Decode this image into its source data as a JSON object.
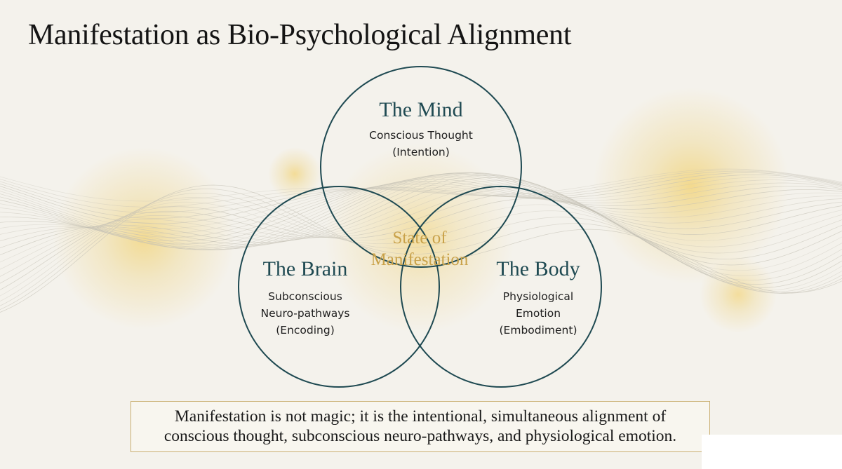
{
  "title": "Manifestation as Bio-Psychological Alignment",
  "circles": [
    {
      "id": "mind",
      "title": "The Mind",
      "lines": [
        "Conscious Thought",
        "(Intention)"
      ]
    },
    {
      "id": "brain",
      "title": "The Brain",
      "lines": [
        "Subconscious",
        "Neuro-pathways",
        "(Encoding)"
      ]
    },
    {
      "id": "body",
      "title": "The Body",
      "lines": [
        "Physiological",
        "Emotion",
        "(Embodiment)"
      ]
    }
  ],
  "center": {
    "lines": [
      "State of",
      "Manifestation"
    ]
  },
  "caption": {
    "lines": [
      "Manifestation is not magic; it is the intentional, simultaneous alignment of",
      "conscious thought, subconscious neuro-pathways, and physiological emotion."
    ]
  },
  "colors": {
    "background": "#f4f2ec",
    "circle_stroke": "#1f4a52",
    "circle_title": "#1f4a52",
    "center_text": "#c9a24a",
    "glow": "#f0d68a",
    "wave": "#c4c0b4",
    "caption_border": "#c9ae70"
  }
}
